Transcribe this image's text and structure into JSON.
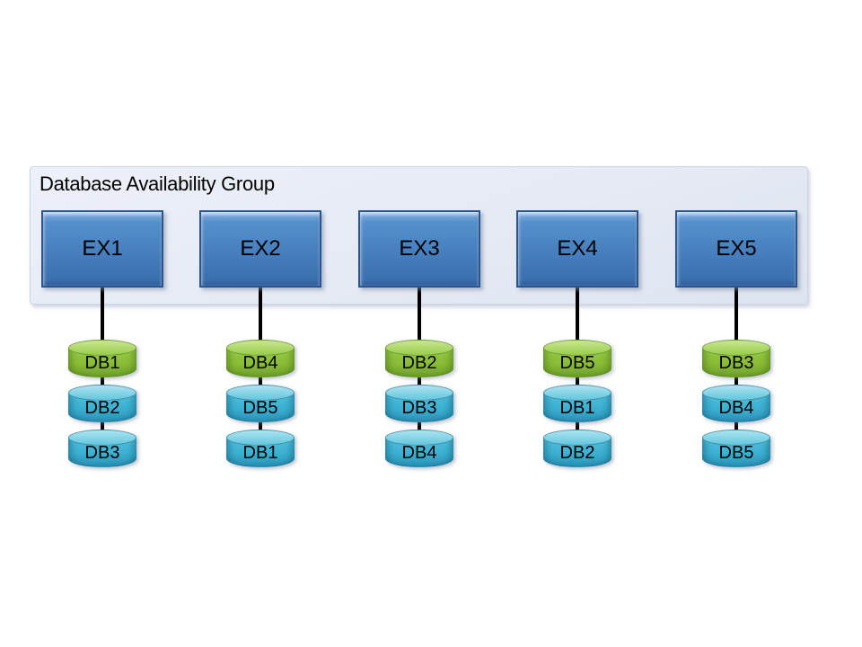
{
  "title": "Database Availability Group",
  "colors": {
    "group_background": "#e7ebf5",
    "server_fill": "#477fbe",
    "server_border": "#275690",
    "db_active_green": "#8abc37",
    "db_passive_blue": "#3cb0d2",
    "connector": "#000000"
  },
  "servers": [
    {
      "label": "EX1",
      "databases": [
        {
          "label": "DB1",
          "color": "green"
        },
        {
          "label": "DB2",
          "color": "blue"
        },
        {
          "label": "DB3",
          "color": "blue"
        }
      ]
    },
    {
      "label": "EX2",
      "databases": [
        {
          "label": "DB4",
          "color": "green"
        },
        {
          "label": "DB5",
          "color": "blue"
        },
        {
          "label": "DB1",
          "color": "blue"
        }
      ]
    },
    {
      "label": "EX3",
      "databases": [
        {
          "label": "DB2",
          "color": "green"
        },
        {
          "label": "DB3",
          "color": "blue"
        },
        {
          "label": "DB4",
          "color": "blue"
        }
      ]
    },
    {
      "label": "EX4",
      "databases": [
        {
          "label": "DB5",
          "color": "green"
        },
        {
          "label": "DB1",
          "color": "blue"
        },
        {
          "label": "DB2",
          "color": "blue"
        }
      ]
    },
    {
      "label": "EX5",
      "databases": [
        {
          "label": "DB3",
          "color": "green"
        },
        {
          "label": "DB4",
          "color": "blue"
        },
        {
          "label": "DB5",
          "color": "blue"
        }
      ]
    }
  ]
}
